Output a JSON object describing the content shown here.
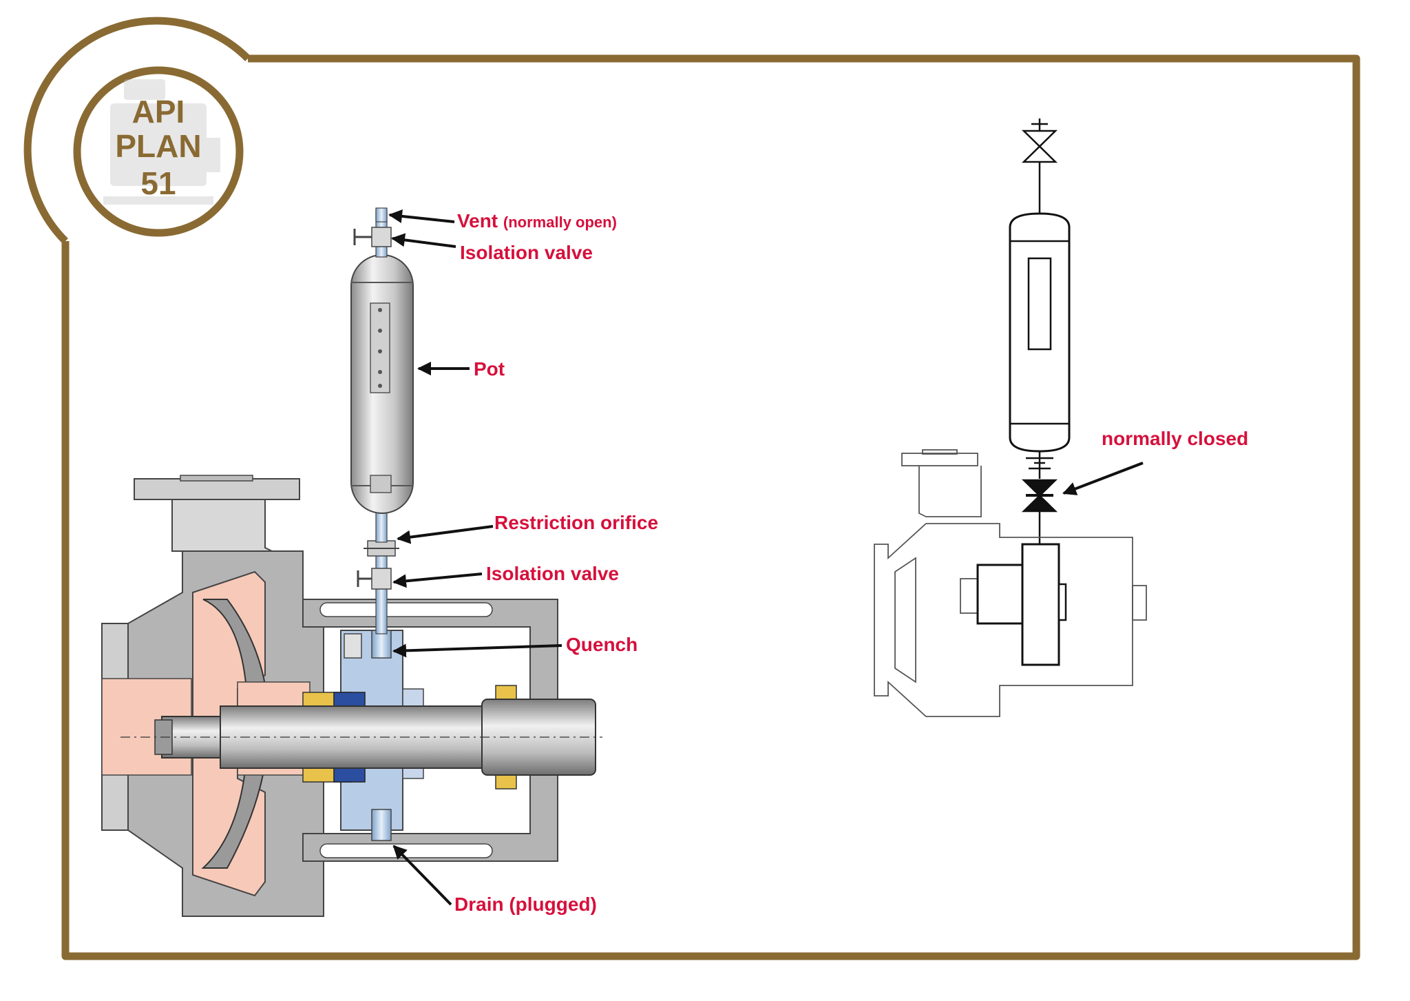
{
  "colors": {
    "frame": "#8a6a33",
    "label": "#d6103c",
    "metal_light": "#d9d9d9",
    "metal_dark": "#9a9a9a",
    "pumpage": "#f6c9b8",
    "quench": "#b7cce6"
  },
  "logo": {
    "line1": "API",
    "line2": "PLAN",
    "line3": "51"
  },
  "labels": {
    "vent": "Vent",
    "vent_note": "(normally open)",
    "isolation_valve_top": "Isolation valve",
    "pot": "Pot",
    "restriction_orifice": "Restriction orifice",
    "isolation_valve_bottom": "Isolation valve",
    "quench": "Quench",
    "drain": "Drain (plugged)",
    "normally_closed": "normally closed"
  }
}
